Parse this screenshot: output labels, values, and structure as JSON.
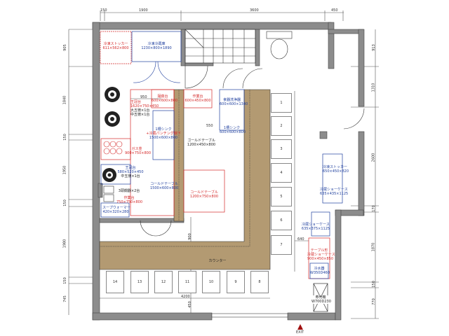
{
  "title": "Restaurant kitchen floor plan",
  "equipment": [
    {
      "name": "冷凍ストッカー",
      "size": "611×562×800",
      "color": "#d42a2a"
    },
    {
      "name": "冷凍冷蔵庫",
      "size": "1230×800×1890",
      "color": "#1f3f9e"
    },
    {
      "name": "王冠台",
      "size": "1620×750×450",
      "note1": "大五徳×1台",
      "note2": "中五徳×1台",
      "color": "#d42a2a"
    },
    {
      "name": "麺茹台",
      "size": "600×600×800",
      "color": "#d42a2a"
    },
    {
      "name": "作業台",
      "size": "600×450×800",
      "color": "#d42a2a"
    },
    {
      "name": "食器洗浄器",
      "size": "600×600×1340",
      "color": "#1f3f9e"
    },
    {
      "name": "1槽シンク",
      "size": "600×600×800",
      "color": "#1f3f9e"
    },
    {
      "name": "1槽シンク",
      "name2": "+冷蔵パンチング棚下",
      "size": "1500×600×800",
      "color": "#1f3f9e"
    },
    {
      "name": "ゴールドテーブル",
      "size": "1200×450×800",
      "color": "#222"
    },
    {
      "name": "ガス釜",
      "size": "900×750×800",
      "color": "#d42a2a"
    },
    {
      "name": "王冠台",
      "size": "580×520×450",
      "note1": "中五徳×1台",
      "color": "#1f3f9e"
    },
    {
      "name": "3頭燗器×2台",
      "color": "#222"
    },
    {
      "name": "作業台",
      "size": "750×750×800",
      "color": "#d42a2a"
    },
    {
      "name": "スープウォーマー",
      "size": "420×320×280",
      "color": "#1f3f9e"
    },
    {
      "name": "コールドテーブル",
      "size": "1500×600×800",
      "color": "#1f3f9e"
    },
    {
      "name": "コールドテーブル",
      "size": "1200×750×800",
      "color": "#d42a2a"
    },
    {
      "name": "冷凍ストッカー",
      "size": "650×450×820",
      "color": "#1f3f9e"
    },
    {
      "name": "冷蔵ショーケース",
      "size": "635×435×1125",
      "color": "#1f3f9e"
    },
    {
      "name": "冷蔵ショーケース",
      "size": "635×375×1125",
      "color": "#1f3f9e"
    },
    {
      "name": "テーブル形",
      "name2": "冷蔵ショーケース",
      "size": "900×450×850",
      "color": "#d42a2a"
    },
    {
      "name": "冷水器",
      "size": "W350D460",
      "color": "#1f3f9e"
    },
    {
      "name": "券売機",
      "size": "W700D230",
      "color": "#222"
    }
  ],
  "counter_label": "カウンター",
  "seats": [
    "1",
    "2",
    "3",
    "4",
    "5",
    "6",
    "7",
    "8",
    "9",
    "10",
    "11",
    "12",
    "13",
    "14"
  ],
  "dims": {
    "top": [
      "150",
      "1900",
      "3600",
      "450"
    ],
    "left": [
      "905",
      "1840",
      "150",
      "1950",
      "150",
      "1980",
      "150",
      "745"
    ],
    "right": [
      "913",
      "1310",
      "2600",
      "170",
      "1870",
      "150",
      "770"
    ],
    "inner": [
      "950",
      "550",
      "900",
      "4200",
      "450",
      "640"
    ]
  },
  "exit_label": "EXIT",
  "colors": {
    "wall": "#8c8c8c",
    "counter": "#b39a72",
    "red": "#d42a2a",
    "blue": "#1f3f9e"
  }
}
